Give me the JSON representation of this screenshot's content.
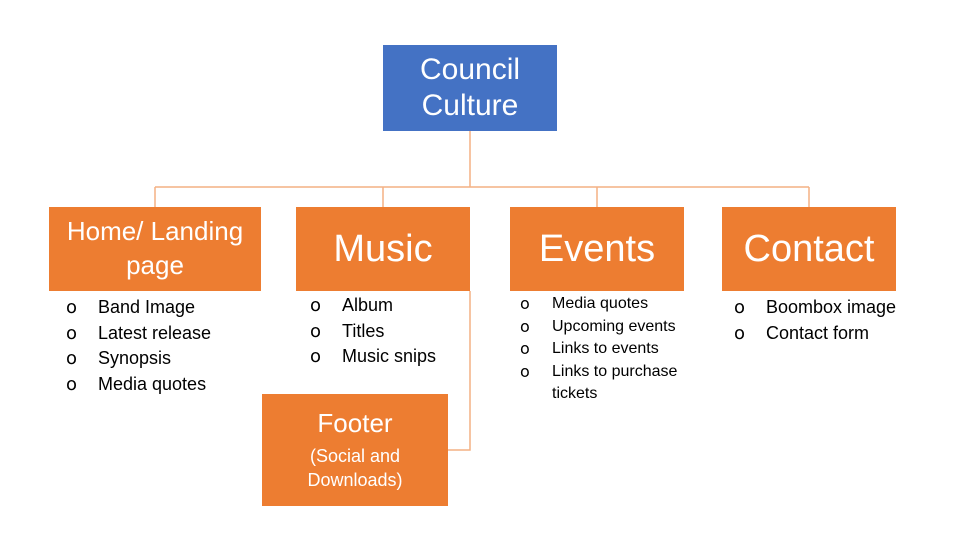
{
  "root": {
    "label": "Council Culture"
  },
  "nodes": {
    "home": {
      "label": "Home/ Landing page",
      "items": [
        "Band Image",
        "Latest release",
        "Synopsis",
        "Media quotes"
      ]
    },
    "music": {
      "label": "Music",
      "items": [
        "Album",
        "Titles",
        "Music snips"
      ]
    },
    "events": {
      "label": "Events",
      "items": [
        "Media quotes",
        "Upcoming events",
        "Links to events",
        "Links to purchase tickets"
      ]
    },
    "contact": {
      "label": "Contact",
      "items": [
        "Boombox image",
        "Contact form"
      ]
    },
    "footer": {
      "label": "Footer",
      "sublabel": "(Social and Downloads)"
    }
  },
  "colors": {
    "root": "#4472c4",
    "node": "#ed7d31",
    "connector": "#f4b183"
  }
}
